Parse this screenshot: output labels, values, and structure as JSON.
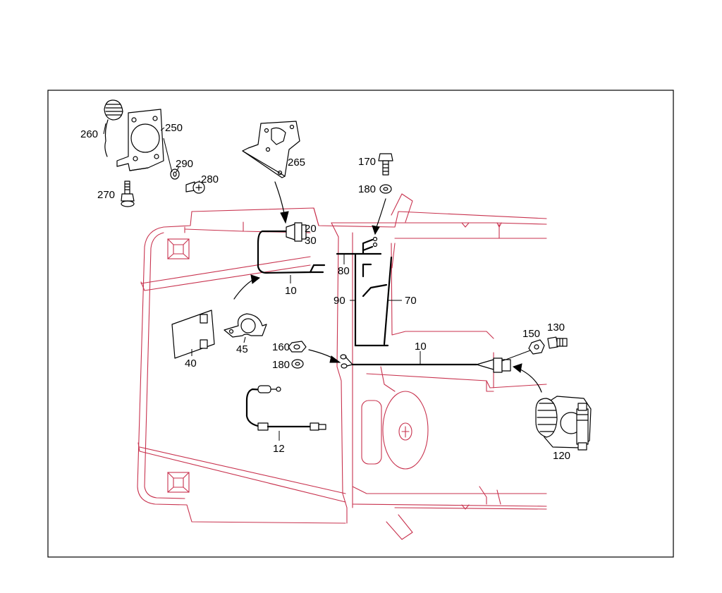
{
  "diagram": {
    "parts": [
      {
        "id": "p260",
        "label": "260"
      },
      {
        "id": "p250",
        "label": "250"
      },
      {
        "id": "p290",
        "label": "290"
      },
      {
        "id": "p280",
        "label": "280"
      },
      {
        "id": "p270",
        "label": "270"
      },
      {
        "id": "p265",
        "label": "265"
      },
      {
        "id": "p170",
        "label": "170"
      },
      {
        "id": "p180a",
        "label": "180"
      },
      {
        "id": "p20",
        "label": "20"
      },
      {
        "id": "p30",
        "label": "30"
      },
      {
        "id": "p80",
        "label": "80"
      },
      {
        "id": "p10a",
        "label": "10"
      },
      {
        "id": "p90",
        "label": "90"
      },
      {
        "id": "p70",
        "label": "70"
      },
      {
        "id": "p40",
        "label": "40"
      },
      {
        "id": "p45",
        "label": "45"
      },
      {
        "id": "p160",
        "label": "160"
      },
      {
        "id": "p180b",
        "label": "180"
      },
      {
        "id": "p10b",
        "label": "10"
      },
      {
        "id": "p150",
        "label": "150"
      },
      {
        "id": "p130",
        "label": "130"
      },
      {
        "id": "p12",
        "label": "12"
      },
      {
        "id": "p120",
        "label": "120"
      }
    ],
    "colors": {
      "chassis": "#c8324e",
      "ink": "#000000",
      "background": "#ffffff"
    }
  }
}
